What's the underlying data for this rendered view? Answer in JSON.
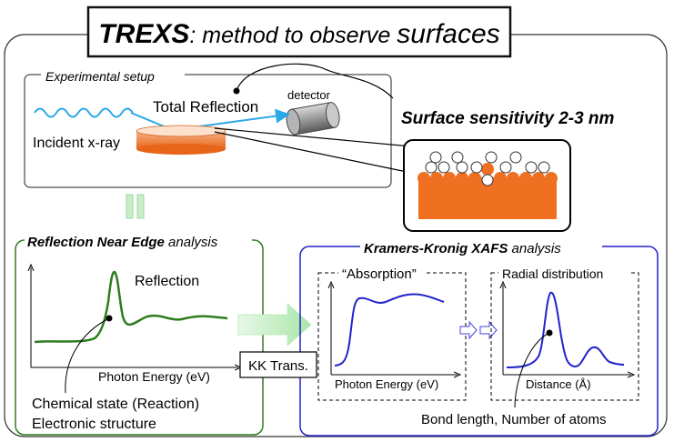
{
  "title": {
    "bold": "TREXS",
    "rest": ": method to observe ",
    "big": "surfaces"
  },
  "setup": {
    "label": "Experimental setup",
    "total_reflection": "Total Reflection",
    "detector": "detector",
    "incident": "Incident x-ray"
  },
  "surface_sensitivity": "Surface sensitivity 2-3 nm",
  "rne": {
    "title_bold": "Reflection Near Edge",
    "title_rest": " analysis",
    "curve_label": "Reflection",
    "xlabel": "Photon Energy (eV)",
    "note1": "Chemical state (Reaction)",
    "note2": "Electronic structure"
  },
  "kk_trans": "KK Trans.",
  "kk": {
    "title_bold": "Kramers-Kronig XAFS",
    "title_rest": " analysis",
    "absorption_title": "“Absorption”",
    "absorption_xlabel": "Photon Energy (eV)",
    "radial_title": "Radial distribution",
    "radial_xlabel": "Distance (Å)",
    "note": "Bond length, Number of atoms"
  },
  "colors": {
    "green": "#2e7d1f",
    "blue": "#2222cc",
    "orange": "#ee7020",
    "cyan": "#2aa8e8",
    "light_green": "#c8f0c8"
  }
}
